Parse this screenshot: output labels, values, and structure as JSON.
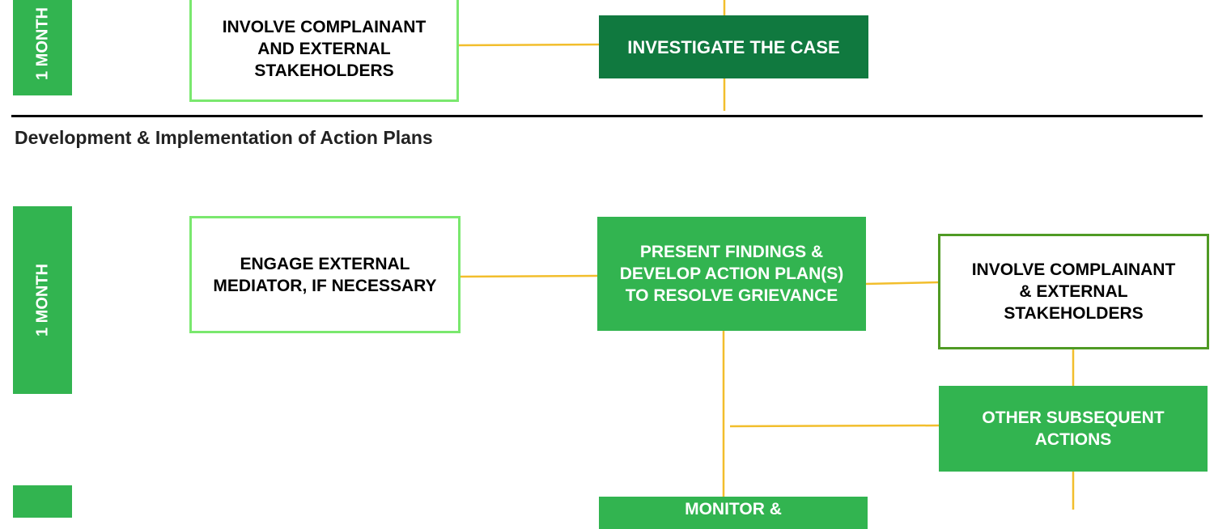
{
  "colors": {
    "connector": "#f2be2c",
    "fill_dark": "#10793f",
    "fill_green": "#32b450",
    "outline_light": "#7ae86e",
    "outline_dark": "#4f9a24"
  },
  "timebars": [
    {
      "label": "1 MONTH"
    },
    {
      "label": "1 MONTH"
    },
    {
      "label": ""
    }
  ],
  "top": {
    "involve_box": "INVOLVE COMPLAINANT\nAND EXTERNAL\nSTAKEHOLDERS",
    "investigate_box": "INVESTIGATE THE CASE"
  },
  "section": {
    "title": "Development & Implementation of Action Plans"
  },
  "lower": {
    "engage_box": "ENGAGE EXTERNAL\nMEDIATOR, IF NECESSARY",
    "present_box": "PRESENT FINDINGS &\nDEVELOP ACTION PLAN(S)\nTO RESOLVE GRIEVANCE",
    "involve_box": "INVOLVE COMPLAINANT\n& EXTERNAL\nSTAKEHOLDERS",
    "other_box": "OTHER SUBSEQUENT\nACTIONS",
    "monitor_box": "MONITOR &"
  }
}
